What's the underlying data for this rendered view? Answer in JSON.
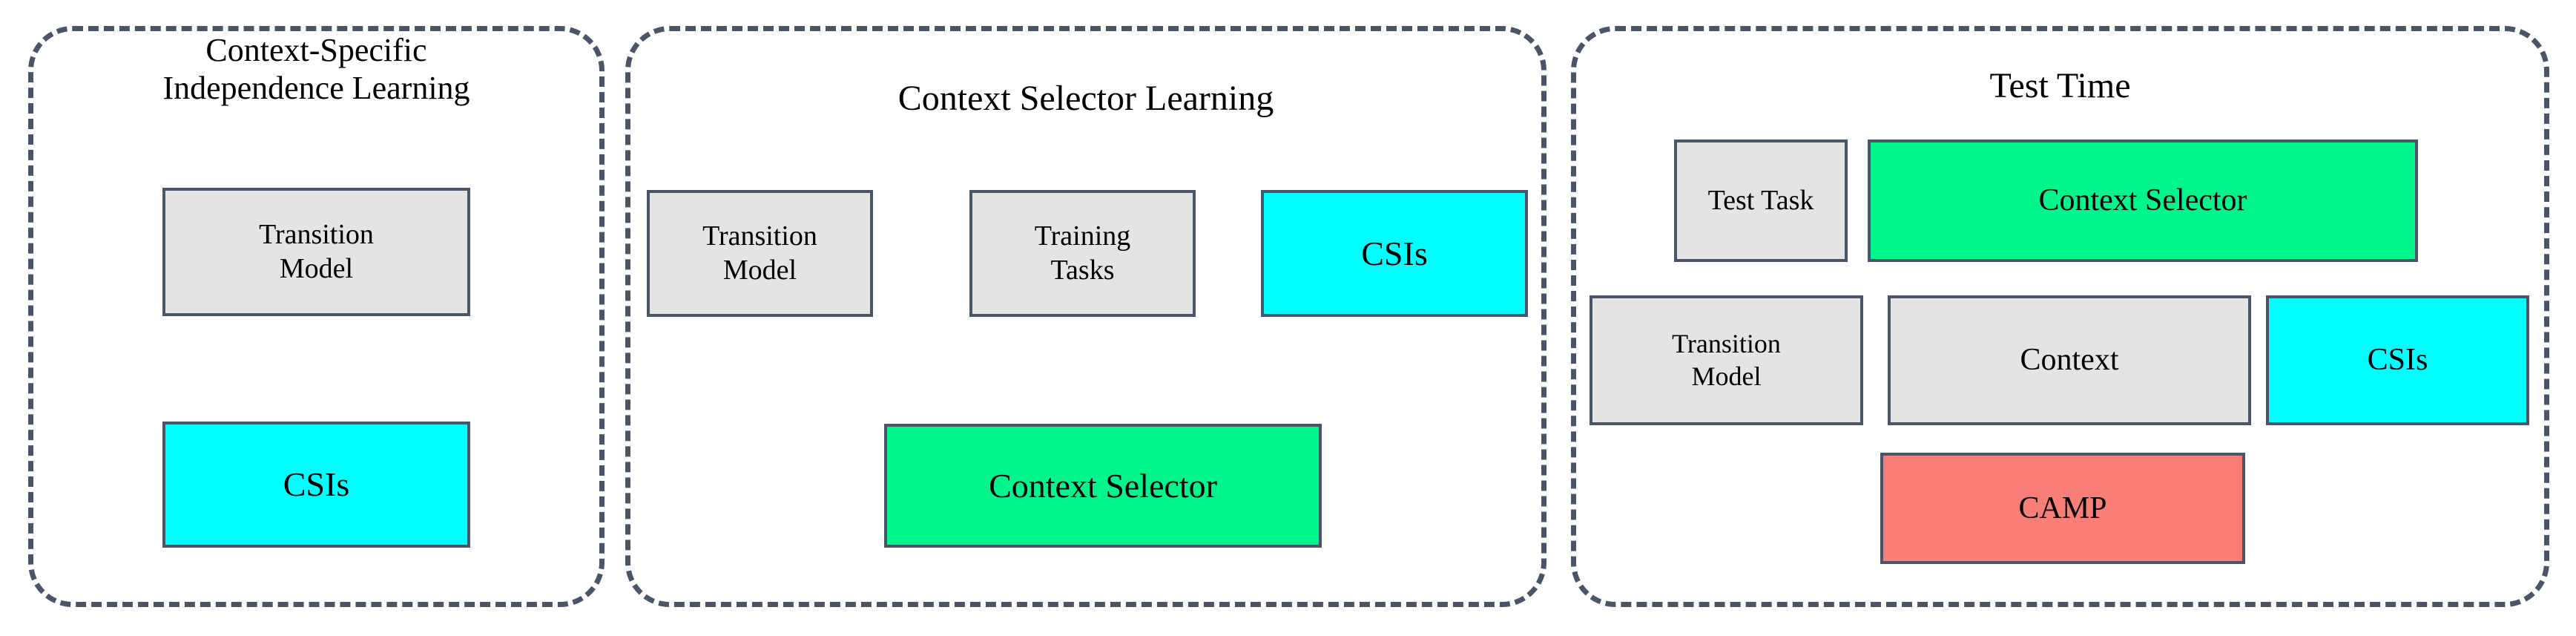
{
  "figure": {
    "type": "flow-diagram",
    "panel_count": 3,
    "colors": {
      "panel_border": "#4A5568",
      "node_border": "#4A5568",
      "gray_fill": "#E4E4E4",
      "cyan_fill": "#00FFFF",
      "green_fill": "#00F58C",
      "salmon_fill": "#FA7E78",
      "arrow": "#3A3A3A",
      "text": "#000000"
    }
  },
  "panels": [
    {
      "id": "context-specific-independence-learning",
      "title": "Context-Specific\nIndependence Learning",
      "nodes": [
        {
          "id": "transition-model",
          "label": "Transition\nModel",
          "fill": "gray"
        },
        {
          "id": "csis",
          "label": "CSIs",
          "fill": "cyan"
        }
      ],
      "edges": [
        {
          "from": "transition-model",
          "to": "csis"
        }
      ]
    },
    {
      "id": "context-selector-learning",
      "title": "Context Selector Learning",
      "nodes": [
        {
          "id": "transition-model",
          "label": "Transition\nModel",
          "fill": "gray"
        },
        {
          "id": "training-tasks",
          "label": "Training\nTasks",
          "fill": "gray"
        },
        {
          "id": "csis",
          "label": "CSIs",
          "fill": "cyan"
        },
        {
          "id": "context-selector",
          "label": "Context Selector",
          "fill": "green"
        }
      ],
      "edges": [
        {
          "from": "transition-model",
          "to": "context-selector"
        },
        {
          "from": "training-tasks",
          "to": "context-selector"
        },
        {
          "from": "csis",
          "to": "context-selector"
        }
      ]
    },
    {
      "id": "test-time",
      "title": "Test Time",
      "nodes": [
        {
          "id": "test-task",
          "label": "Test Task",
          "fill": "gray"
        },
        {
          "id": "context-selector",
          "label": "Context Selector",
          "fill": "green"
        },
        {
          "id": "transition-model",
          "label": "Transition\nModel",
          "fill": "gray"
        },
        {
          "id": "context",
          "label": "Context",
          "fill": "gray"
        },
        {
          "id": "csis",
          "label": "CSIs",
          "fill": "cyan"
        },
        {
          "id": "camp",
          "label": "CAMP",
          "fill": "salmon"
        }
      ],
      "edges": [
        {
          "from": "test-task",
          "to": "context"
        },
        {
          "from": "context-selector",
          "to": "context"
        },
        {
          "from": "test-task",
          "to": "camp"
        },
        {
          "from": "transition-model",
          "to": "camp"
        },
        {
          "from": "context",
          "to": "camp"
        },
        {
          "from": "csis",
          "to": "camp"
        }
      ]
    }
  ]
}
